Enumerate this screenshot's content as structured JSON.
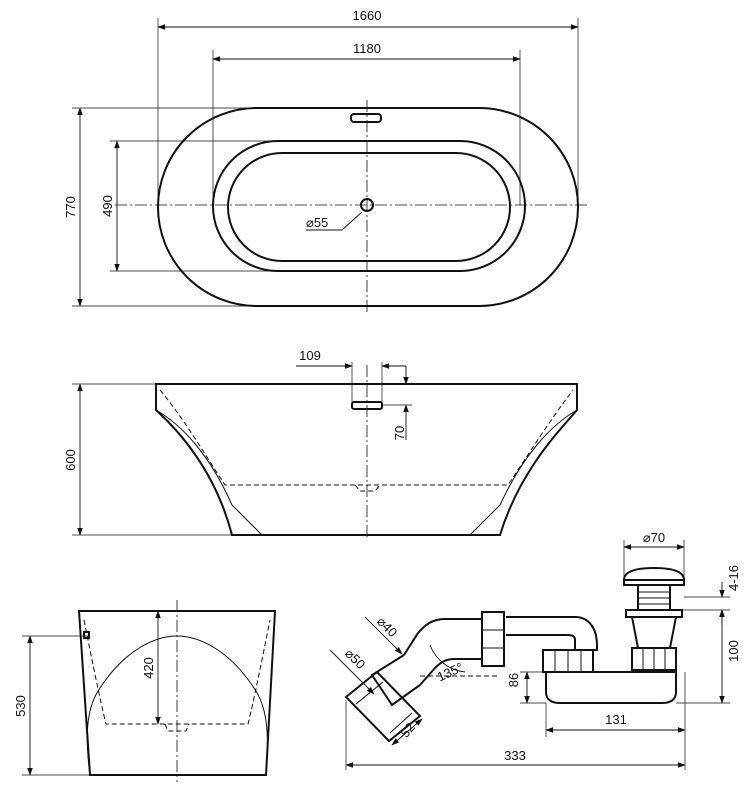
{
  "top_view": {
    "overall_length": "1660",
    "inner_length": "1180",
    "overall_width": "770",
    "inner_width": "490",
    "drain_diameter": "⌀55"
  },
  "front_view": {
    "overflow_offset": "109",
    "overflow_height": "70",
    "height": "600"
  },
  "side_view": {
    "height": "530",
    "inner_depth": "420"
  },
  "siphon_detail": {
    "plug_diameter": "⌀70",
    "plug_adjust": "4-16",
    "drain_height": "100",
    "trap_height": "86",
    "trap_offset": "131",
    "total_length": "333",
    "outlet_length": "52",
    "pipe_outer": "⌀50",
    "pipe_inner": "⌀40",
    "outlet_angle": "135°"
  }
}
